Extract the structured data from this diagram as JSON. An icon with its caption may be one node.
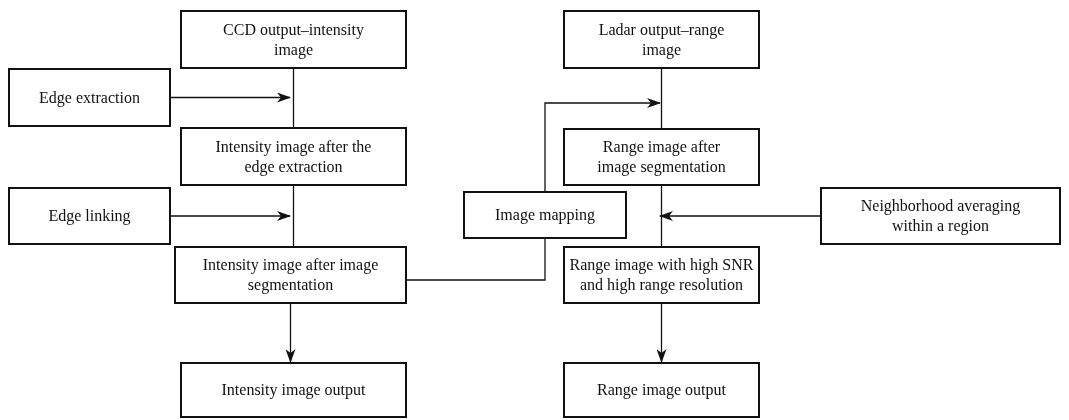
{
  "diagram": {
    "nodes": [
      {
        "text": [
          "CCD output–intensity image"
        ]
      },
      {
        "text": [
          "Edge extraction"
        ]
      },
      {
        "text": [
          "Intensity image after the edge extraction"
        ]
      },
      {
        "text": [
          "Edge linking"
        ]
      },
      {
        "text": [
          "Intensity image after image segmentation"
        ]
      },
      {
        "text": [
          "Intensity image output"
        ]
      },
      {
        "text": [
          "Ladar output–range image"
        ]
      },
      {
        "text": [
          "Range image after image segmentation"
        ]
      },
      {
        "text": [
          "Image mapping"
        ]
      },
      {
        "text": [
          "Neighborhood averaging within a region"
        ]
      },
      {
        "text": [
          "Range image with high SNR and high range resolution"
        ]
      },
      {
        "text": [
          "Range image output"
        ]
      }
    ],
    "edges": [
      {
        "from": 0,
        "to": 2,
        "arrow": "none"
      },
      {
        "from": 1,
        "to": null,
        "arrow": "to"
      },
      {
        "from": 2,
        "to": 4,
        "arrow": "none"
      },
      {
        "from": 3,
        "to": null,
        "arrow": "to"
      },
      {
        "from": 4,
        "to": 5,
        "arrow": "to"
      },
      {
        "from": 6,
        "to": 7,
        "arrow": "none"
      },
      {
        "from": 4,
        "to": 8,
        "arrow": "none"
      },
      {
        "from": 8,
        "to": 7,
        "arrow": "to"
      },
      {
        "from": 7,
        "to": 10,
        "arrow": "none"
      },
      {
        "from": 9,
        "to": null,
        "arrow": "to"
      },
      {
        "from": 10,
        "to": 11,
        "arrow": "to"
      }
    ]
  }
}
